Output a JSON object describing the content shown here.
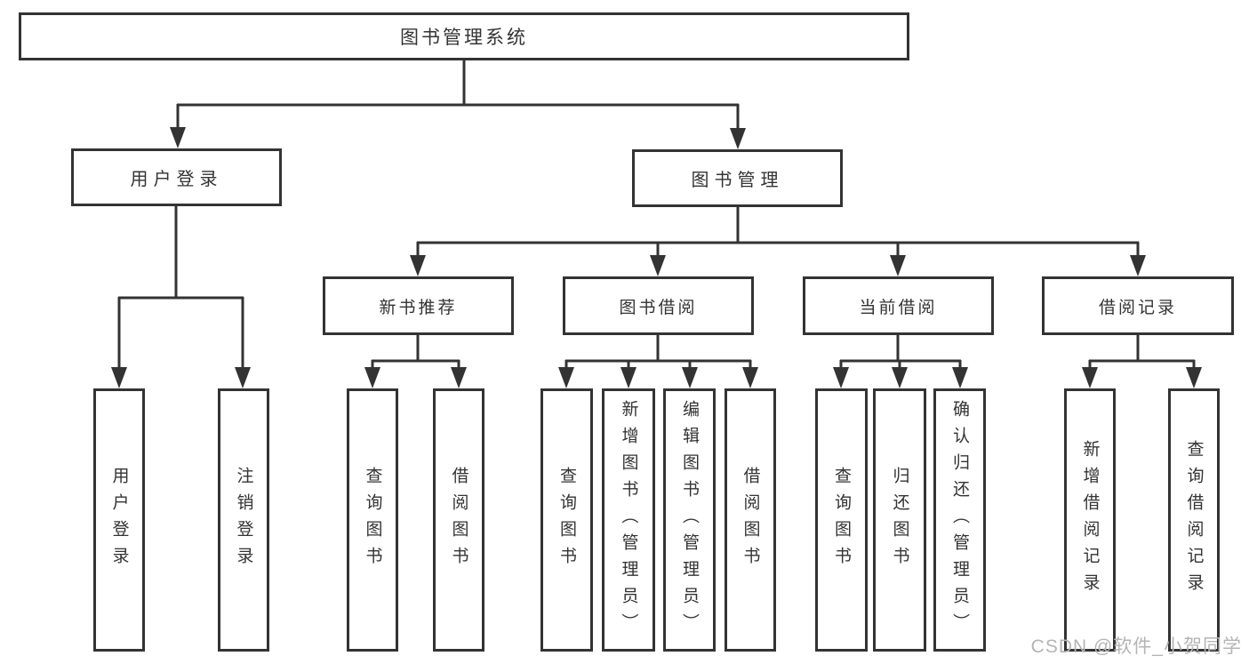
{
  "diagram": {
    "root": {
      "label": "图书管理系统"
    },
    "branches": [
      {
        "label": "用户登录",
        "children": [
          {
            "label": "用户登录"
          },
          {
            "label": "注销登录"
          }
        ]
      },
      {
        "label": "图书管理",
        "children": [
          {
            "label": "新书推荐",
            "children": [
              {
                "label": "查询图书"
              },
              {
                "label": "借阅图书"
              }
            ]
          },
          {
            "label": "图书借阅",
            "children": [
              {
                "label": "查询图书"
              },
              {
                "label": "新增图书（管理员）"
              },
              {
                "label": "编辑图书（管理员）"
              },
              {
                "label": "借阅图书"
              }
            ]
          },
          {
            "label": "当前借阅",
            "children": [
              {
                "label": "查询图书"
              },
              {
                "label": "归还图书"
              },
              {
                "label": "确认归还（管理员）"
              }
            ]
          },
          {
            "label": "借阅记录",
            "children": [
              {
                "label": "新增借阅记录"
              },
              {
                "label": "查询借阅记录"
              }
            ]
          }
        ]
      }
    ]
  },
  "watermark": {
    "text": "CSDN @软件_小贺同学"
  },
  "colors": {
    "line": "#333333",
    "box_border": "#333333",
    "text": "#333333",
    "box_background": "#ffffff",
    "page_background": "#ffffff",
    "watermark": "#b5b5b5"
  }
}
